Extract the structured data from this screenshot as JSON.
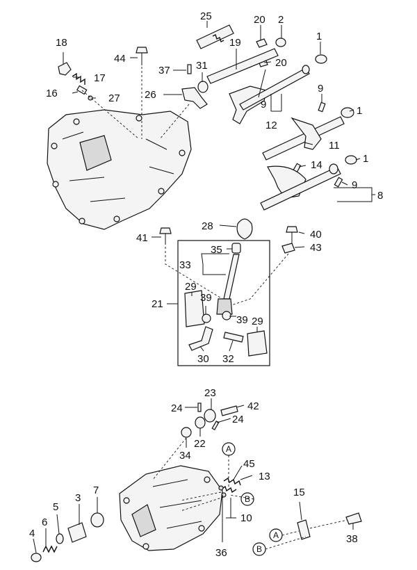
{
  "diagram": {
    "callouts": [
      {
        "id": "c1a",
        "text": "1"
      },
      {
        "id": "c1b",
        "text": "1"
      },
      {
        "id": "c1c",
        "text": "1"
      },
      {
        "id": "c2",
        "text": "2"
      },
      {
        "id": "c3",
        "text": "3"
      },
      {
        "id": "c4",
        "text": "4"
      },
      {
        "id": "c5",
        "text": "5"
      },
      {
        "id": "c6",
        "text": "6"
      },
      {
        "id": "c7",
        "text": "7"
      },
      {
        "id": "c8",
        "text": "8"
      },
      {
        "id": "c9a",
        "text": "9"
      },
      {
        "id": "c9b",
        "text": "9"
      },
      {
        "id": "c9c",
        "text": "9"
      },
      {
        "id": "c10",
        "text": "10"
      },
      {
        "id": "c11",
        "text": "11"
      },
      {
        "id": "c12",
        "text": "12"
      },
      {
        "id": "c13",
        "text": "13"
      },
      {
        "id": "c14",
        "text": "14"
      },
      {
        "id": "c15",
        "text": "15"
      },
      {
        "id": "c16",
        "text": "16"
      },
      {
        "id": "c17",
        "text": "17"
      },
      {
        "id": "c18",
        "text": "18"
      },
      {
        "id": "c19",
        "text": "19"
      },
      {
        "id": "c20a",
        "text": "20"
      },
      {
        "id": "c20b",
        "text": "20"
      },
      {
        "id": "c21",
        "text": "21"
      },
      {
        "id": "c22",
        "text": "22"
      },
      {
        "id": "c23",
        "text": "23"
      },
      {
        "id": "c24a",
        "text": "24"
      },
      {
        "id": "c24b",
        "text": "24"
      },
      {
        "id": "c25",
        "text": "25"
      },
      {
        "id": "c26",
        "text": "26"
      },
      {
        "id": "c27",
        "text": "27"
      },
      {
        "id": "c28",
        "text": "28"
      },
      {
        "id": "c29a",
        "text": "29"
      },
      {
        "id": "c29b",
        "text": "29"
      },
      {
        "id": "c30",
        "text": "30"
      },
      {
        "id": "c31",
        "text": "31"
      },
      {
        "id": "c32",
        "text": "32"
      },
      {
        "id": "c33",
        "text": "33"
      },
      {
        "id": "c34",
        "text": "34"
      },
      {
        "id": "c35",
        "text": "35"
      },
      {
        "id": "c36",
        "text": "36"
      },
      {
        "id": "c37",
        "text": "37"
      },
      {
        "id": "c38",
        "text": "38"
      },
      {
        "id": "c39a",
        "text": "39"
      },
      {
        "id": "c39b",
        "text": "39"
      },
      {
        "id": "c40",
        "text": "40"
      },
      {
        "id": "c41",
        "text": "41"
      },
      {
        "id": "c42",
        "text": "42"
      },
      {
        "id": "c43",
        "text": "43"
      },
      {
        "id": "c44",
        "text": "44"
      },
      {
        "id": "c45",
        "text": "45"
      }
    ],
    "reference_markers": [
      {
        "id": "mA1",
        "text": "A"
      },
      {
        "id": "mA2",
        "text": "A"
      },
      {
        "id": "mB1",
        "text": "B"
      },
      {
        "id": "mB2",
        "text": "B"
      }
    ]
  }
}
